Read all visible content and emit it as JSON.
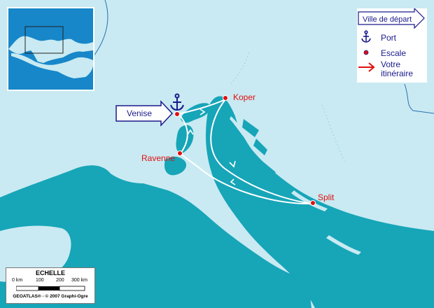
{
  "map": {
    "departure_city": "Venise",
    "cities": {
      "venise": "Venise",
      "koper": "Koper",
      "ravenne": "Ravenne",
      "split": "Split"
    }
  },
  "legend": {
    "depart": "Ville de départ",
    "port": "Port",
    "escale": "Escale",
    "itineraire_line1": "Votre",
    "itineraire_line2": "itinéraire"
  },
  "scale": {
    "title": "ECHELLE",
    "labels": [
      "0 km",
      "100",
      "200",
      "300 km"
    ],
    "credit": "GEOATLAS® - © 2007 Graphi-Ogre"
  },
  "colors": {
    "sea": "#c9eaf2",
    "land": "#17a5b8",
    "city": "#e01010",
    "legend_text": "#1a1a8c",
    "route": "#ffffff"
  }
}
